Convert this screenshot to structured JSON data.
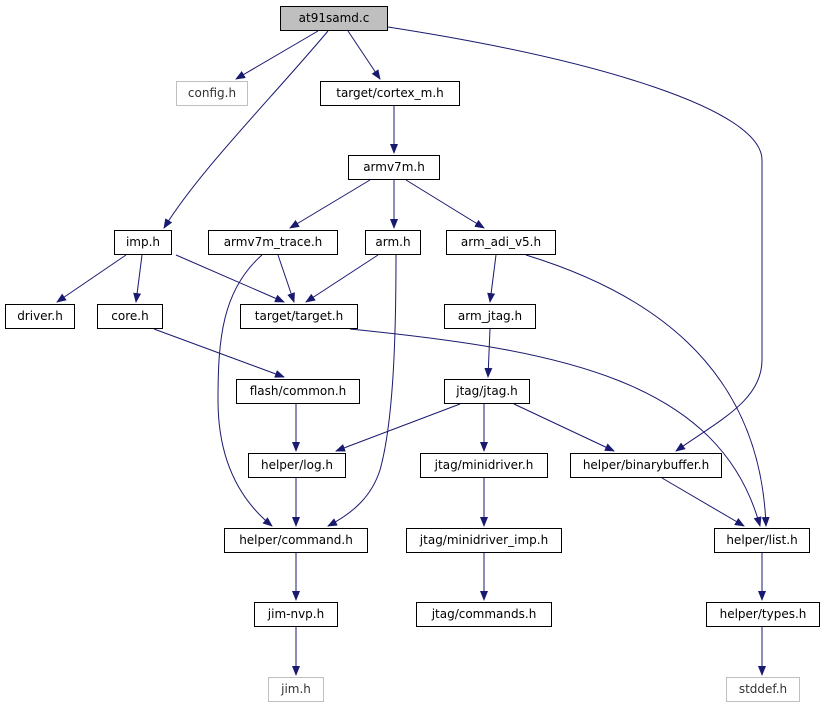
{
  "nodes": {
    "at91samd_c": {
      "label": "at91samd.c",
      "kind": "root"
    },
    "config_h": {
      "label": "config.h",
      "kind": "external"
    },
    "target_cortex_m_h": {
      "label": "target/cortex_m.h",
      "kind": "file"
    },
    "armv7m_h": {
      "label": "armv7m.h",
      "kind": "file"
    },
    "imp_h": {
      "label": "imp.h",
      "kind": "file"
    },
    "armv7m_trace_h": {
      "label": "armv7m_trace.h",
      "kind": "file"
    },
    "arm_h": {
      "label": "arm.h",
      "kind": "file"
    },
    "arm_adi_v5_h": {
      "label": "arm_adi_v5.h",
      "kind": "file"
    },
    "driver_h": {
      "label": "driver.h",
      "kind": "file"
    },
    "core_h": {
      "label": "core.h",
      "kind": "file"
    },
    "target_target_h": {
      "label": "target/target.h",
      "kind": "file"
    },
    "arm_jtag_h": {
      "label": "arm_jtag.h",
      "kind": "file"
    },
    "flash_common_h": {
      "label": "flash/common.h",
      "kind": "file"
    },
    "jtag_jtag_h": {
      "label": "jtag/jtag.h",
      "kind": "file"
    },
    "helper_log_h": {
      "label": "helper/log.h",
      "kind": "file"
    },
    "jtag_minidriver_h": {
      "label": "jtag/minidriver.h",
      "kind": "file"
    },
    "helper_binarybuffer_h": {
      "label": "helper/binarybuffer.h",
      "kind": "file"
    },
    "helper_command_h": {
      "label": "helper/command.h",
      "kind": "file"
    },
    "jtag_minidriver_imp_h": {
      "label": "jtag/minidriver_imp.h",
      "kind": "file"
    },
    "helper_list_h": {
      "label": "helper/list.h",
      "kind": "file"
    },
    "jim_nvp_h": {
      "label": "jim-nvp.h",
      "kind": "file"
    },
    "jtag_commands_h": {
      "label": "jtag/commands.h",
      "kind": "file"
    },
    "helper_types_h": {
      "label": "helper/types.h",
      "kind": "file"
    },
    "jim_h": {
      "label": "jim.h",
      "kind": "external"
    },
    "stddef_h": {
      "label": "stddef.h",
      "kind": "external"
    }
  },
  "colors": {
    "edge": "#191970",
    "root_fill": "#bfbfbf",
    "external_border": "#bfbfbf",
    "node_border": "#000000"
  }
}
